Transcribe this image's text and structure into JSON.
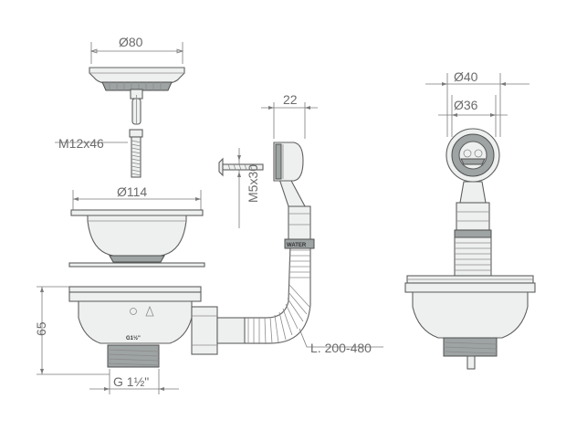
{
  "labels": {
    "d80": "Ø80",
    "m12": "M12x46",
    "d114": "Ø114",
    "h65": "65",
    "g": "G 1½\"",
    "g_small": "G1½\"",
    "m5": "M5x30",
    "w22": "22",
    "water": "WATER",
    "length": "L. 200-480",
    "d40": "Ø40",
    "d36": "Ø36"
  },
  "colors": {
    "stroke": "#6a6a6a",
    "fill": "#eef0f0",
    "dark": "#9ea3a3"
  }
}
